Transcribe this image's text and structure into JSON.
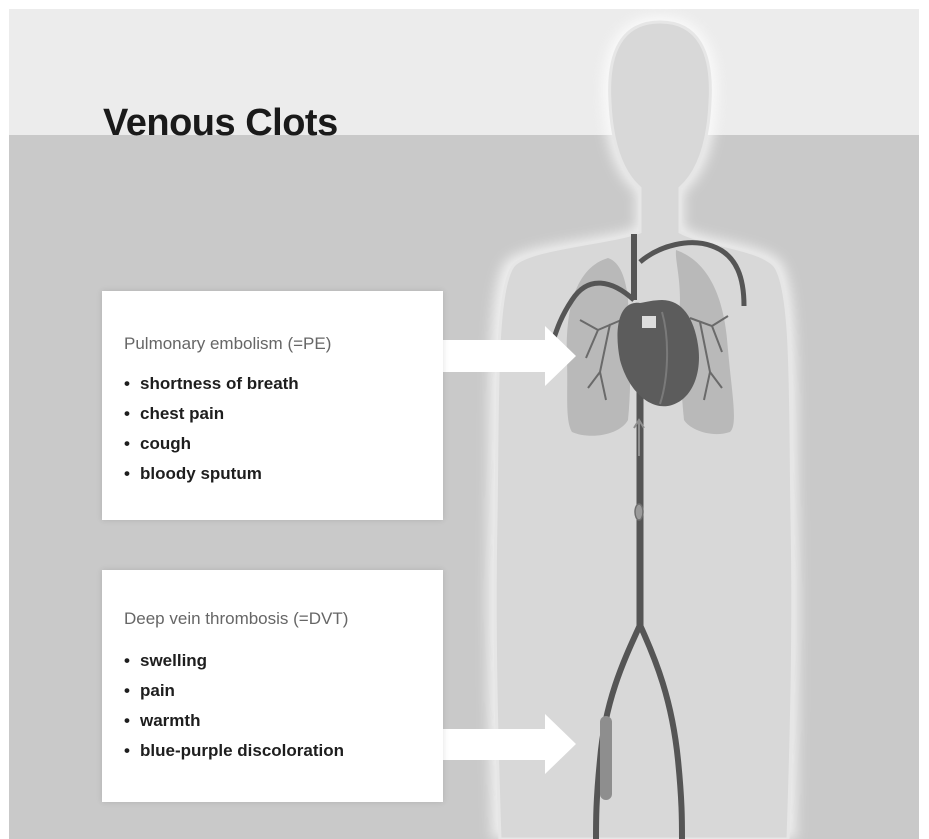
{
  "title": "Venous Clots",
  "pulmonary_embolism": {
    "heading": "Pulmonary embolism (=PE)",
    "symptoms": [
      "shortness of breath",
      "chest pain",
      "cough",
      "bloody sputum"
    ]
  },
  "deep_vein_thrombosis": {
    "heading": "Deep vein thrombosis (=DVT)",
    "symptoms": [
      "swelling",
      "pain",
      "warmth",
      "blue-purple discoloration"
    ]
  },
  "colors": {
    "background_top": "#ececec",
    "background_main": "#c9c9c9",
    "body_silhouette": "#d8d8d8",
    "lungs": "#b9b9b9",
    "heart": "#5c5c5c",
    "vein": "#555555",
    "clot": "#8e8e8e",
    "arrow": "#ffffff"
  },
  "icons": {
    "heart": "heart-icon",
    "lungs": "lungs-icon",
    "vein": "vein-icon",
    "clot": "clot-icon",
    "arrow": "pointer-arrow-icon"
  }
}
